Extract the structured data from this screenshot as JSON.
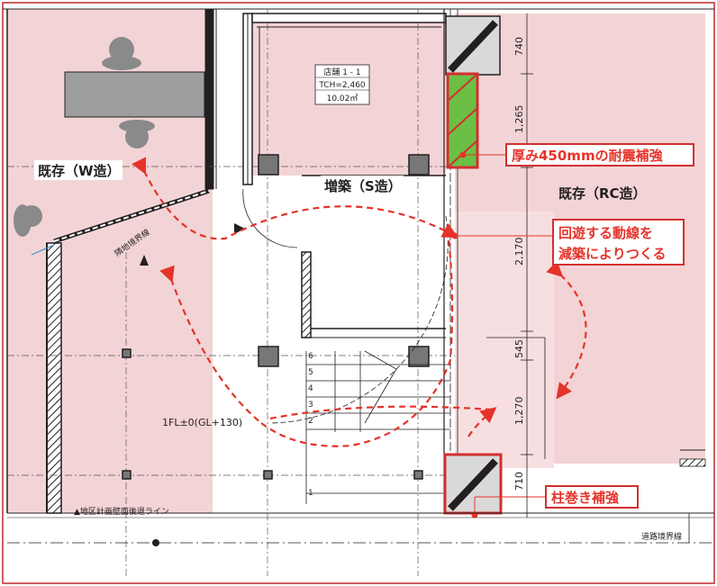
{
  "labels": {
    "existing_wood": "既存（W造）",
    "extension_steel": "増築（S造）",
    "existing_rc": "既存（RC造）",
    "adjacent_boundary": "隣地境界線",
    "floor_level": "1FL±0(GL+130)",
    "district_plan_line": "▲地区計画壁面後退ライン",
    "road_boundary": "道路境界線"
  },
  "room_tag": {
    "name": "店舗 1 - 1",
    "ceiling": "TCH=2,460",
    "area": "10.02㎡"
  },
  "callouts": {
    "seismic": "厚み450mmの耐震補強",
    "circulation_line1": "回遊する動線を",
    "circulation_line2": "減築によりつくる",
    "column_wrap": "柱巻き補強"
  },
  "dimensions": [
    "740",
    "1,265",
    "2,170",
    "545",
    "1,270",
    "710"
  ],
  "stair_steps": [
    "6",
    "5",
    "4",
    "3",
    "2",
    "1"
  ],
  "colors": {
    "existing_fill": "#f3d4d6",
    "accent_red": "#e5332a",
    "callout_border": "#d32f2f",
    "reinforcement_green": "#6cbf45",
    "wall_black": "#231f20"
  },
  "icons": [
    "person-icon",
    "north-arrow-icon"
  ]
}
